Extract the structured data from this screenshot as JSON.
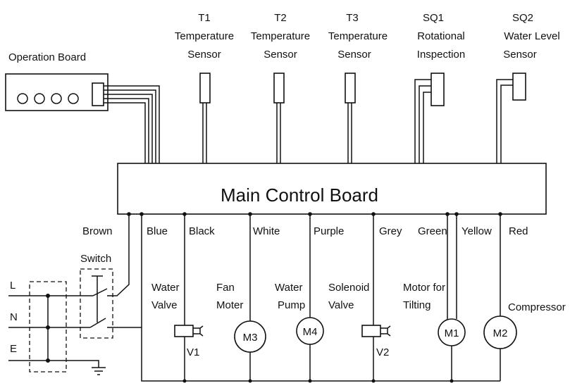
{
  "operation_board": {
    "label": "Operation Board"
  },
  "main_board": {
    "label": "Main Control Board"
  },
  "sensors": [
    {
      "code": "T1",
      "line1": "Temperature",
      "line2": "Sensor"
    },
    {
      "code": "T2",
      "line1": "Temperature",
      "line2": "Sensor"
    },
    {
      "code": "T3",
      "line1": "Temperature",
      "line2": "Sensor"
    },
    {
      "code": "SQ1",
      "line1": "Rotational",
      "line2": "Inspection"
    },
    {
      "code": "SQ2",
      "line1": "Water Level",
      "line2": "Sensor"
    }
  ],
  "wires": [
    "Brown",
    "Blue",
    "Black",
    "White",
    "Purple",
    "Grey",
    "Green",
    "Yellow",
    "Red"
  ],
  "switch": {
    "label": "Switch"
  },
  "power": {
    "L": "L",
    "N": "N",
    "E": "E"
  },
  "loads": {
    "water_valve": {
      "line1": "Water",
      "line2": "Valve",
      "code": "V1"
    },
    "fan_motor": {
      "line1": "Fan",
      "line2": "Moter",
      "code": "M3"
    },
    "water_pump": {
      "line1": "Water",
      "line2": "Pump",
      "code": "M4"
    },
    "solenoid_valve": {
      "line1": "Solenoid",
      "line2": "Valve",
      "code": "V2"
    },
    "tilt_motor": {
      "line1": "Motor for",
      "line2": "Tilting",
      "code": "M1"
    },
    "compressor": {
      "line1": "Compressor",
      "code": "M2"
    }
  }
}
